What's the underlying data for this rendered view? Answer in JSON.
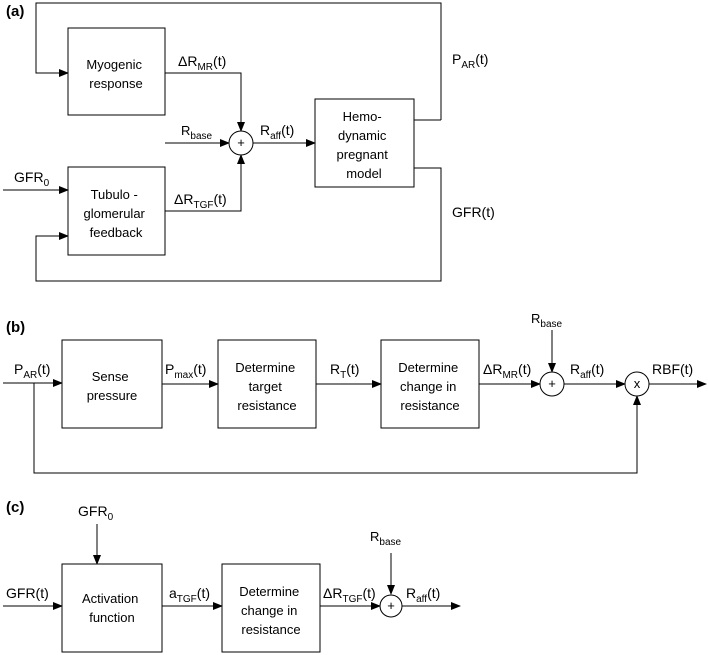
{
  "panels": {
    "a": "(a)",
    "b": "(b)",
    "c": "(c)"
  },
  "panel_a": {
    "myogenic_box": [
      "Myogenic",
      "response"
    ],
    "tgf_box": [
      "Tubulo -",
      "glomerular",
      "feedback"
    ],
    "model_box": [
      "Hemo-",
      "dynamic",
      "pregnant",
      "model"
    ],
    "delta_r_mr": {
      "main": "ΔR",
      "sub": "MR",
      "tail": "(t)"
    },
    "delta_r_tgf": {
      "main": "ΔR",
      "sub": "TGF",
      "tail": "(t)"
    },
    "r_base": {
      "main": "R",
      "sub": "base"
    },
    "r_aff": {
      "main": "R",
      "sub": "aff",
      "tail": "(t)"
    },
    "p_ar": {
      "main": "P",
      "sub": "AR",
      "tail": "(t)"
    },
    "gfr0": {
      "main": "GFR",
      "sub": "0"
    },
    "gfr_t": "GFR(t)",
    "sum_symbol": "+"
  },
  "panel_b": {
    "sense_box": [
      "Sense",
      "pressure"
    ],
    "target_box": [
      "Determine",
      "target",
      "resistance"
    ],
    "change_box": [
      "Determine",
      "change in",
      "resistance"
    ],
    "p_ar": {
      "main": "P",
      "sub": "AR",
      "tail": "(t)"
    },
    "p_max": {
      "main": "P",
      "sub": "max",
      "tail": "(t)"
    },
    "r_t": {
      "main": "R",
      "sub": "T",
      "tail": "(t)"
    },
    "delta_r_mr": {
      "main": "ΔR",
      "sub": "MR",
      "tail": "(t)"
    },
    "r_base": {
      "main": "R",
      "sub": "base"
    },
    "r_aff": {
      "main": "R",
      "sub": "aff",
      "tail": "(t)"
    },
    "rbf": "RBF(t)",
    "sum_symbol": "+",
    "mult_symbol": "x"
  },
  "panel_c": {
    "activation_box": [
      "Activation",
      "function"
    ],
    "change_box": [
      "Determine",
      "change in",
      "resistance"
    ],
    "gfr0": {
      "main": "GFR",
      "sub": "0"
    },
    "gfr_t": "GFR(t)",
    "a_tgf": {
      "main": "a",
      "sub": "TGF",
      "tail": "(t)"
    },
    "delta_r_tgf": {
      "main": "ΔR",
      "sub": "TGF",
      "tail": "(t)"
    },
    "r_base": {
      "main": "R",
      "sub": "base"
    },
    "r_aff": {
      "main": "R",
      "sub": "aff",
      "tail": "(t)"
    },
    "sum_symbol": "+"
  }
}
